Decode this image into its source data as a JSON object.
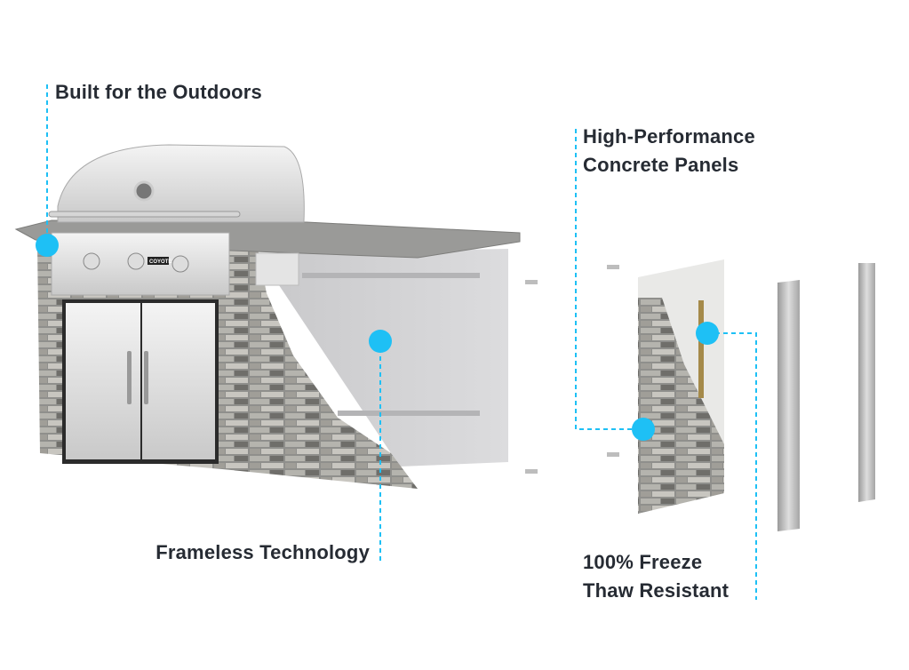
{
  "callouts": {
    "outdoors": "Built for the Outdoors",
    "panels_line1": "High-Performance",
    "panels_line2": "Concrete Panels",
    "frameless": "Frameless Technology",
    "freeze_line1": "100% Freeze",
    "freeze_line2": "Thaw Resistant"
  },
  "grill_brand": "COYOTE",
  "colors": {
    "accent": "#1ec0f5",
    "text": "#262b33"
  }
}
